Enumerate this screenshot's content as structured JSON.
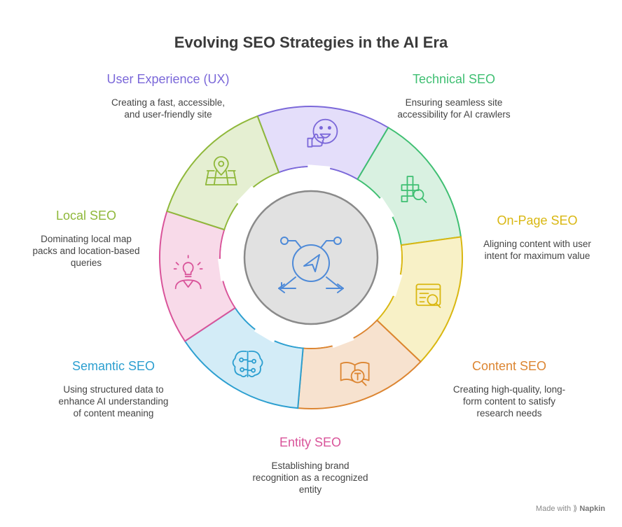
{
  "title": "Evolving SEO Strategies in the AI Era",
  "segments": [
    {
      "title": "User Experience (UX)",
      "desc": [
        "Creating a fast, accessible,",
        "and user-friendly site"
      ],
      "icon": "smile-thumbs-up-icon",
      "color": "#7b68d9",
      "fill": "#e4defa"
    },
    {
      "title": "Technical SEO",
      "desc": [
        "Ensuring seamless site",
        "accessibility for AI crawlers"
      ],
      "icon": "crawl-search-icon",
      "color": "#3fbf72",
      "fill": "#d9f1e1"
    },
    {
      "title": "On-Page SEO",
      "desc": [
        "Aligning content with user",
        "intent for maximum value"
      ],
      "icon": "page-search-icon",
      "color": "#d9b711",
      "fill": "#f8f1c7"
    },
    {
      "title": "Content SEO",
      "desc": [
        "Creating high-quality, long-",
        "form content to satisfy",
        "research needs"
      ],
      "icon": "book-text-icon",
      "color": "#dc8531",
      "fill": "#f7e2cf"
    },
    {
      "title": "Entity SEO",
      "desc": [
        "Establishing brand",
        "recognition as a recognized",
        "entity"
      ],
      "icon": "brain-network-icon",
      "color": "#2c9fd0",
      "fill": "#d3ecf7"
    },
    {
      "title": "Semantic SEO",
      "desc": [
        "Using structured data to",
        "enhance AI understanding",
        "of content meaning"
      ],
      "icon": "person-lightbulb-icon",
      "color": "#d9549a",
      "fill": "#f8dae9"
    },
    {
      "title": "Local SEO",
      "desc": [
        "Dominating local map",
        "packs and location-based",
        "queries"
      ],
      "icon": "map-pin-icon",
      "color": "#8fb83a",
      "fill": "#e5efd2"
    }
  ],
  "center_icon": "navigation-arrows-icon",
  "footer": {
    "made_with": "Made with",
    "brand": "Napkin"
  }
}
